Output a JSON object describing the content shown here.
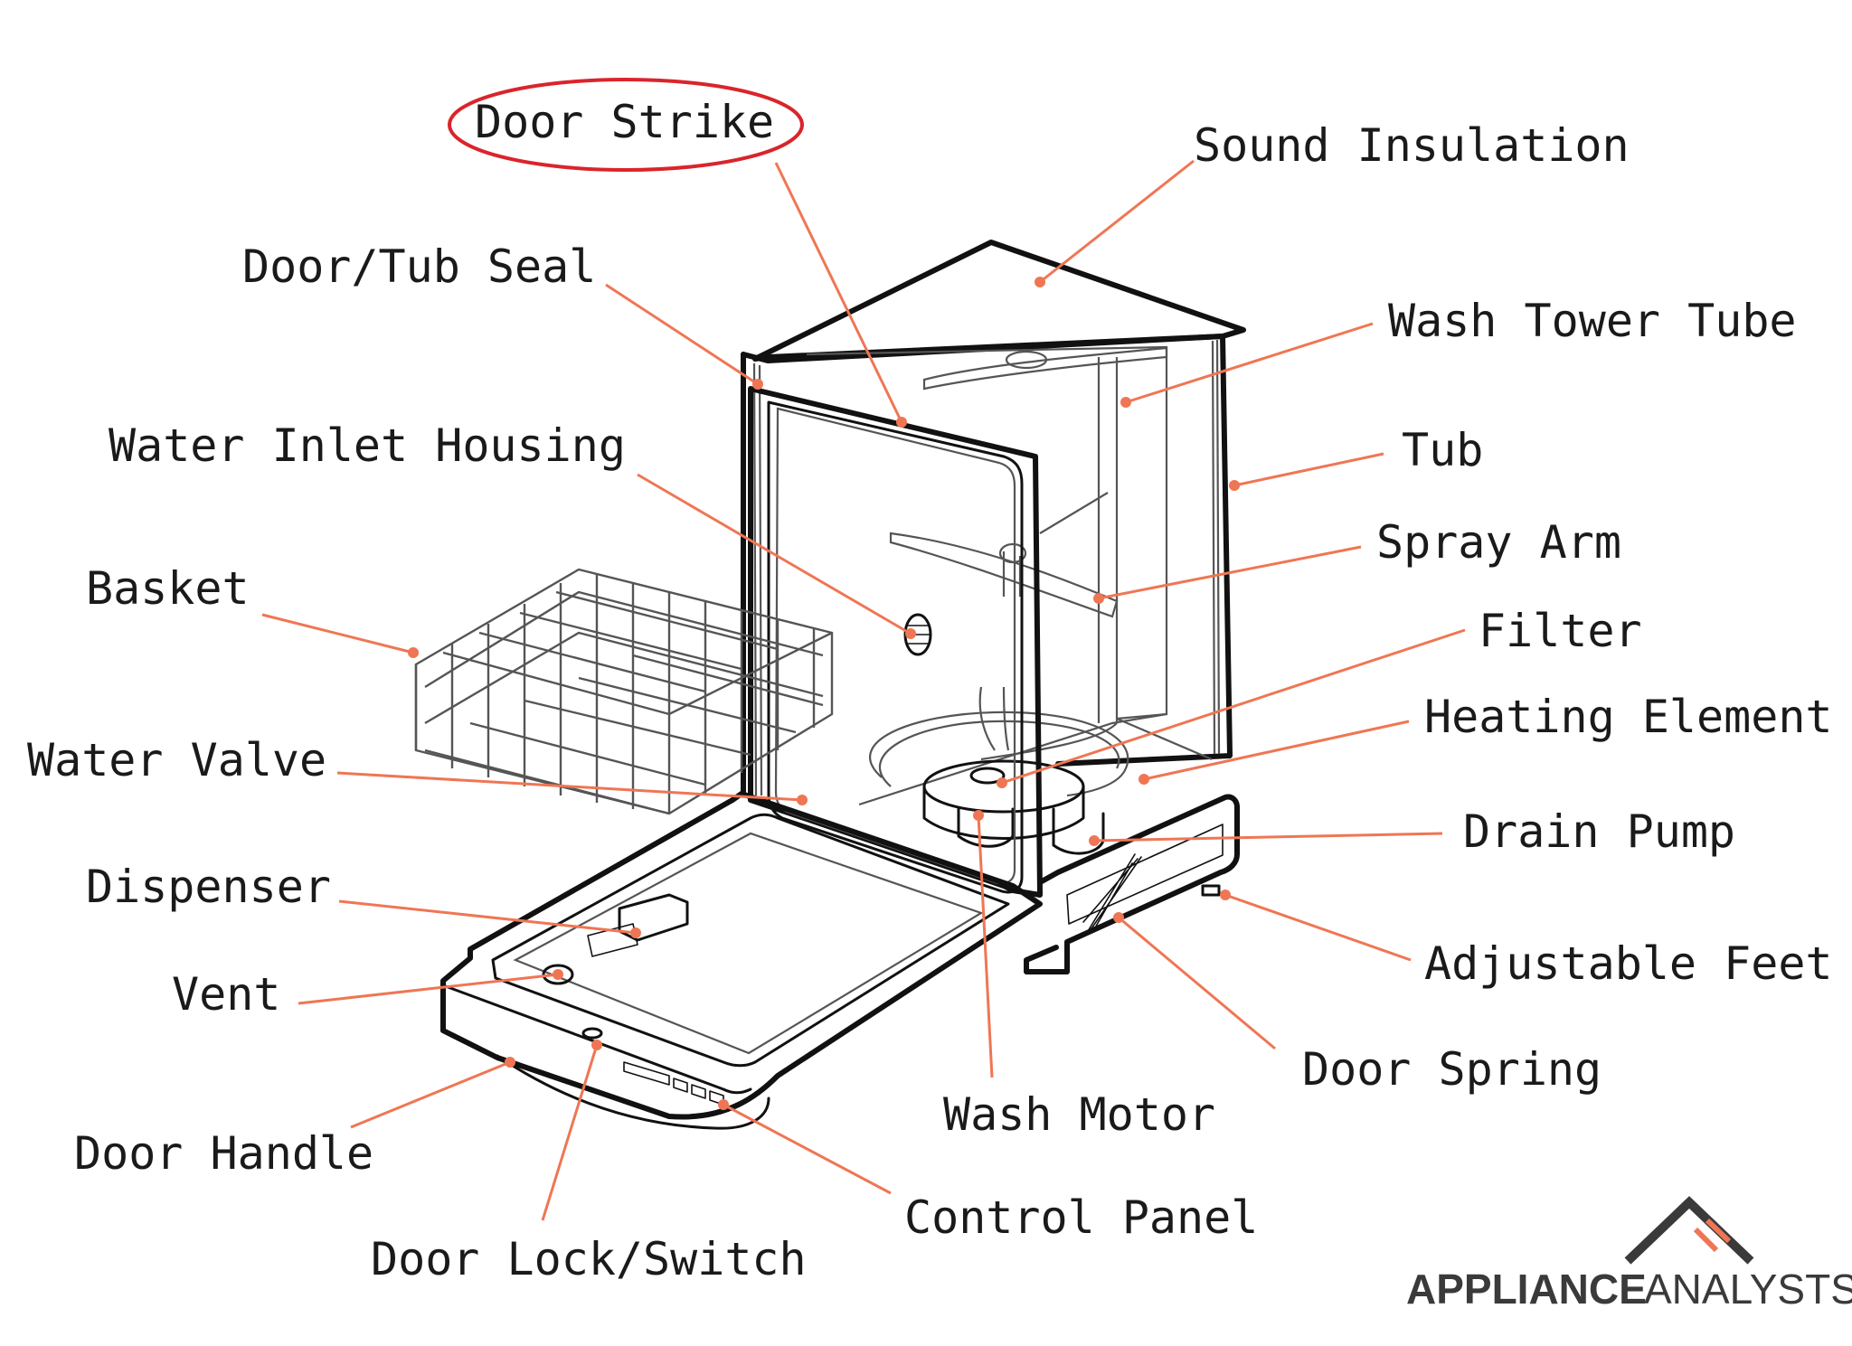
{
  "labels": {
    "door_strike": "Door Strike",
    "sound_insulation": "Sound Insulation",
    "door_tub_seal": "Door/Tub Seal",
    "wash_tower_tube": "Wash Tower Tube",
    "water_inlet_housing": "Water Inlet Housing",
    "tub": "Tub",
    "spray_arm": "Spray Arm",
    "basket": "Basket",
    "filter": "Filter",
    "heating_element": "Heating Element",
    "water_valve": "Water Valve",
    "drain_pump": "Drain Pump",
    "dispenser": "Dispenser",
    "adjustable_feet": "Adjustable Feet",
    "vent": "Vent",
    "door_spring": "Door Spring",
    "wash_motor": "Wash Motor",
    "door_handle": "Door Handle",
    "control_panel": "Control Panel",
    "door_lock_switch": "Door Lock/Switch"
  },
  "highlighted_label": "Door Strike",
  "brand": {
    "part1": "APPLIANCE",
    "part2": "ANALYSTS"
  },
  "colors": {
    "leader": "#ef7654",
    "highlight_ring": "#d9252b",
    "ink": "#111111",
    "logo": "#3a3a3a"
  }
}
